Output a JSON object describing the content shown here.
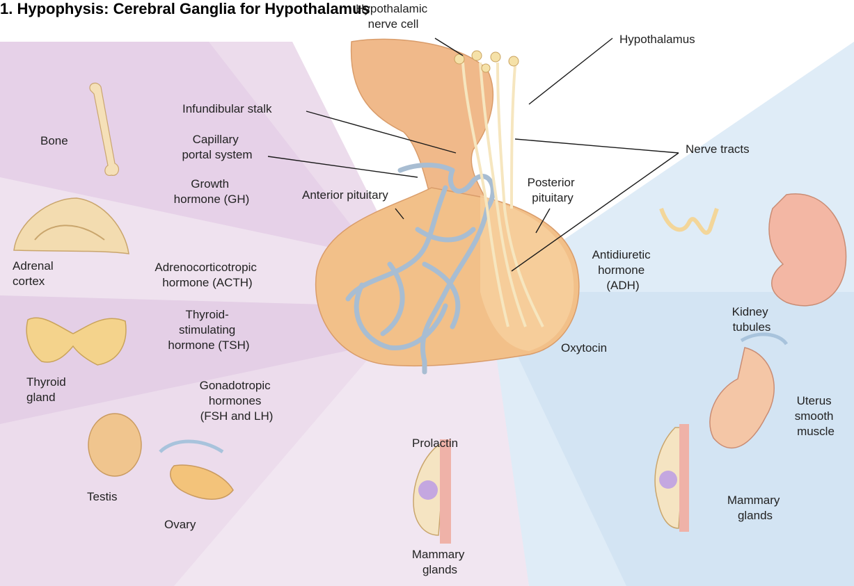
{
  "heading": "1. Hypophysis: Cerebral Ganglia for Hypothalamus",
  "colors": {
    "anterior_region": "#e9d8ea",
    "posterior_region": "#dbe9f5",
    "gland": "#f2c089",
    "vessels": "#a8bdd2",
    "nerves": "#f3e2b8",
    "kidney": "#f3b7a4",
    "leader": "#1a1a1a"
  },
  "labels": {
    "hypothalamic_nerve_cell": [
      "Hypothalamic",
      "nerve cell"
    ],
    "hypothalamus": "Hypothalamus",
    "infundibular_stalk": "Infundibular stalk",
    "capillary_portal_system": [
      "Capillary",
      "portal system"
    ],
    "nerve_tracts": "Nerve tracts",
    "anterior_pituitary": "Anterior pituitary",
    "posterior_pituitary": [
      "Posterior",
      "pituitary"
    ],
    "bone": "Bone",
    "growth_hormone": [
      "Growth",
      "hormone (GH)"
    ],
    "adrenal_cortex": [
      "Adrenal",
      "cortex"
    ],
    "acth": [
      "Adrenocorticotropic",
      "hormone (ACTH)"
    ],
    "tsh": [
      "Thyroid-",
      "stimulating",
      "hormone (TSH)"
    ],
    "thyroid_gland": [
      "Thyroid",
      "gland"
    ],
    "gonadotropic": [
      "Gonadotropic",
      "hormones",
      "(FSH and LH)"
    ],
    "testis": "Testis",
    "ovary": "Ovary",
    "prolactin": "Prolactin",
    "mammary_glands_center": [
      "Mammary",
      "glands"
    ],
    "adh": [
      "Antidiuretic",
      "hormone",
      "(ADH)"
    ],
    "kidney_tubules": [
      "Kidney",
      "tubules"
    ],
    "oxytocin": "Oxytocin",
    "uterus": [
      "Uterus",
      "smooth",
      "muscle"
    ],
    "mammary_glands_right": [
      "Mammary",
      "glands"
    ]
  }
}
